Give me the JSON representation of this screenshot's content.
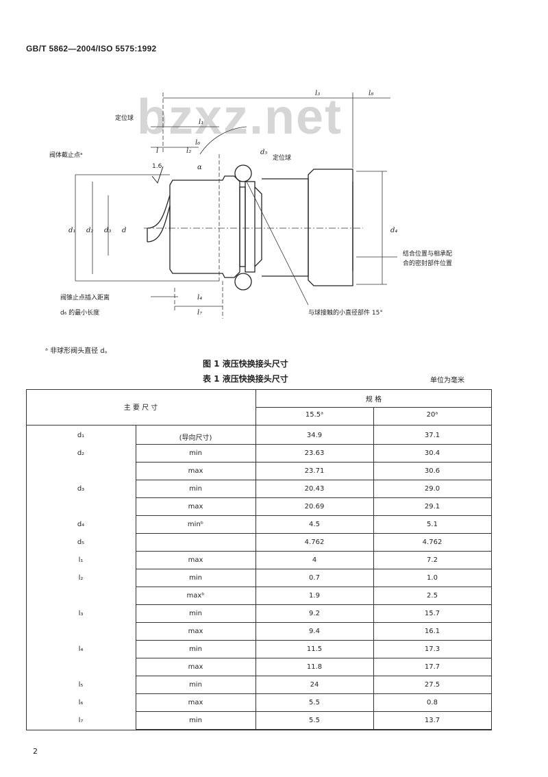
{
  "header": {
    "standard": "GB/T 5862—2004/ISO 5575:1992"
  },
  "watermark": "bzxz.net",
  "figure": {
    "labels": {
      "l3": "l₃",
      "l8": "l₈",
      "l1": "l₁",
      "l6": "l₆",
      "l": "l",
      "l2": "l₂",
      "l4": "l₄",
      "l7": "l₇",
      "d1": "d₁",
      "d2": "d₂",
      "d3": "d₃",
      "d": "d",
      "d4": "d₄",
      "d5": "d₅",
      "d6": "d₆",
      "alpha": "α",
      "roughness": "1.6",
      "lock_ball": "定位球",
      "lock_ball_pos": "定位球",
      "valve_note": "阀体截止点ᵃ",
      "valve_stop": "阀锥止点插入距离",
      "min_insert": "d₆ 的最小长度",
      "mating_note_1": "结合位置与相承配",
      "mating_note_2": "合的密封部件位置",
      "ball_note": "与球接触的小直径部件 15°"
    },
    "note": "ᵃ  非球形阀头直径 d。",
    "title": "图 1   液压快换接头尺寸"
  },
  "table": {
    "title": "表 1   液压快换接头尺寸",
    "unit": "单位为毫米",
    "header_main": "主 要 尺 寸",
    "header_spec": "规      格",
    "spec_a": "15.5ᵃ",
    "spec_b": "20ᵃ",
    "rows": [
      {
        "sym": "d₁",
        "qual": "(导向尺寸)",
        "a": "34.9",
        "b": "37.1"
      },
      {
        "sym": "d₂",
        "qual": "min",
        "a": "23.63",
        "b": "30.4"
      },
      {
        "sym": "",
        "qual": "max",
        "a": "23.71",
        "b": "30.6"
      },
      {
        "sym": "d₃",
        "qual": "min",
        "a": "20.43",
        "b": "29.0"
      },
      {
        "sym": "",
        "qual": "max",
        "a": "20.69",
        "b": "29.1"
      },
      {
        "sym": "d₄",
        "qual": "minᵇ",
        "a": "4.5",
        "b": "5.1"
      },
      {
        "sym": "d₅",
        "qual": "",
        "a": "4.762",
        "b": "4.762"
      },
      {
        "sym": "l₁",
        "qual": "max",
        "a": "4",
        "b": "7.2"
      },
      {
        "sym": "l₂",
        "qual": "min",
        "a": "0.7",
        "b": "1.0"
      },
      {
        "sym": "",
        "qual": "maxᵇ",
        "a": "1.9",
        "b": "2.5"
      },
      {
        "sym": "l₃",
        "qual": "min",
        "a": "9.2",
        "b": "15.7"
      },
      {
        "sym": "",
        "qual": "max",
        "a": "9.4",
        "b": "16.1"
      },
      {
        "sym": "l₄",
        "qual": "min",
        "a": "11.5",
        "b": "17.3"
      },
      {
        "sym": "",
        "qual": "max",
        "a": "11.8",
        "b": "17.7"
      },
      {
        "sym": "l₅",
        "qual": "min",
        "a": "24",
        "b": "27.5"
      },
      {
        "sym": "l₆",
        "qual": "max",
        "a": "5.5",
        "b": "0.8"
      },
      {
        "sym": "l₇",
        "qual": "min",
        "a": "5.5",
        "b": "13.7"
      }
    ]
  },
  "page_number": "2"
}
